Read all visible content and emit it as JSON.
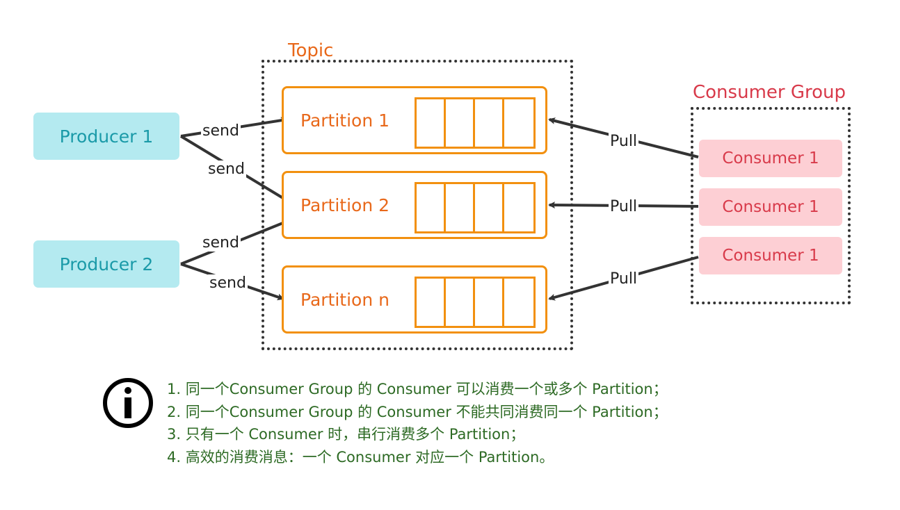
{
  "topic": {
    "title": "Topic",
    "partitions": [
      {
        "label": "Partition 1"
      },
      {
        "label": "Partition 2"
      },
      {
        "label": "Partition n"
      }
    ]
  },
  "producers": [
    {
      "label": "Producer 1"
    },
    {
      "label": "Producer 2"
    }
  ],
  "consumer_group": {
    "title": "Consumer Group",
    "consumers": [
      {
        "label": "Consumer 1"
      },
      {
        "label": "Consumer 1"
      },
      {
        "label": "Consumer 1"
      }
    ]
  },
  "edges": {
    "send": [
      "send",
      "send",
      "send",
      "send"
    ],
    "pull": [
      "Pull",
      "Pull",
      "Pull"
    ]
  },
  "colors": {
    "partition_border": "#f2900f",
    "partition_text": "#e8681a",
    "producer_fill": "#b4eaf0",
    "producer_text": "#1a9aa8",
    "consumer_fill": "#fdcfd4",
    "consumer_text": "#d83a4a",
    "notes_text": "#2d6a24"
  },
  "notes": [
    "1. 同一个Consumer Group 的 Consumer 可以消费一个或多个 Partition；",
    "2. 同一个Consumer Group 的 Consumer 不能共同消费同一个 Partition；",
    "3. 只有一个 Consumer 时，串行消费多个 Partition；",
    "4. 高效的消费消息：一个 Consumer 对应一个 Partition。"
  ],
  "icons": {
    "info": "info-circle-icon"
  }
}
